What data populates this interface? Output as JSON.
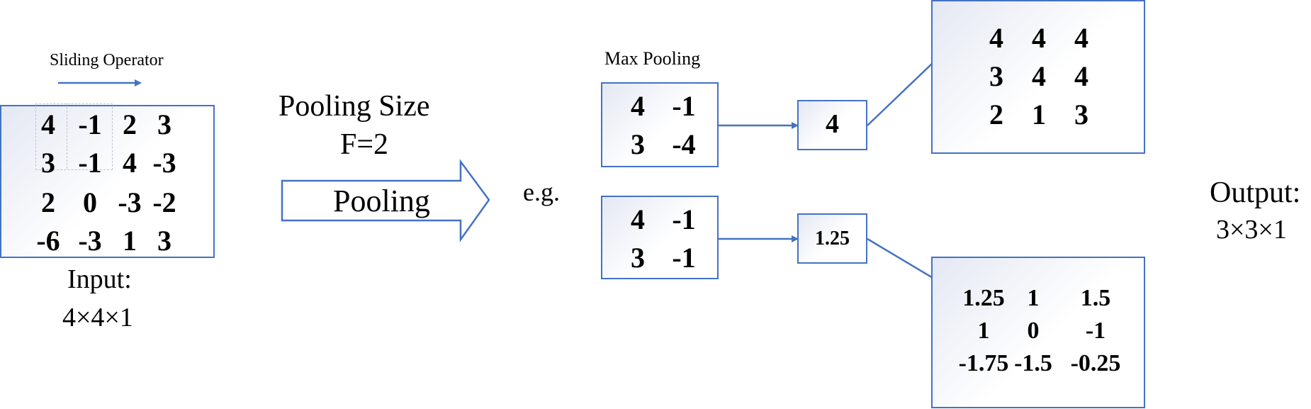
{
  "sliding_label": "Sliding Operator",
  "input": {
    "matrix": [
      [
        "4",
        "-1",
        "2",
        "3"
      ],
      [
        "3",
        "-1",
        "4",
        "-3"
      ],
      [
        "2",
        "0",
        "-3",
        "-2"
      ],
      [
        "-6",
        "-3",
        "1",
        "3"
      ]
    ],
    "label_line1": "Input:",
    "label_line2": "4×4×1"
  },
  "pooling": {
    "size_line1": "Pooling Size",
    "size_line2": "F=2",
    "arrow_label": "Pooling"
  },
  "eg_label": "e.g.",
  "max_pooling_label": "Max Pooling",
  "example_top": {
    "matrix": [
      [
        "4",
        "-1"
      ],
      [
        "3",
        "-4"
      ]
    ],
    "result": "4"
  },
  "example_bottom": {
    "matrix": [
      [
        "4",
        "-1"
      ],
      [
        "3",
        "-1"
      ]
    ],
    "result": "1.25"
  },
  "output_max": [
    [
      "4",
      "4",
      "4"
    ],
    [
      "3",
      "4",
      "4"
    ],
    [
      "2",
      "1",
      "3"
    ]
  ],
  "output_avg": [
    [
      "1.25",
      "1",
      "1.5"
    ],
    [
      "1",
      "0",
      "-1"
    ],
    [
      "-1.75",
      "-1.5",
      "-0.25"
    ]
  ],
  "output": {
    "label_line1": "Output:",
    "label_line2": "3×3×1"
  },
  "colors": {
    "stroke": "#4472c4"
  }
}
